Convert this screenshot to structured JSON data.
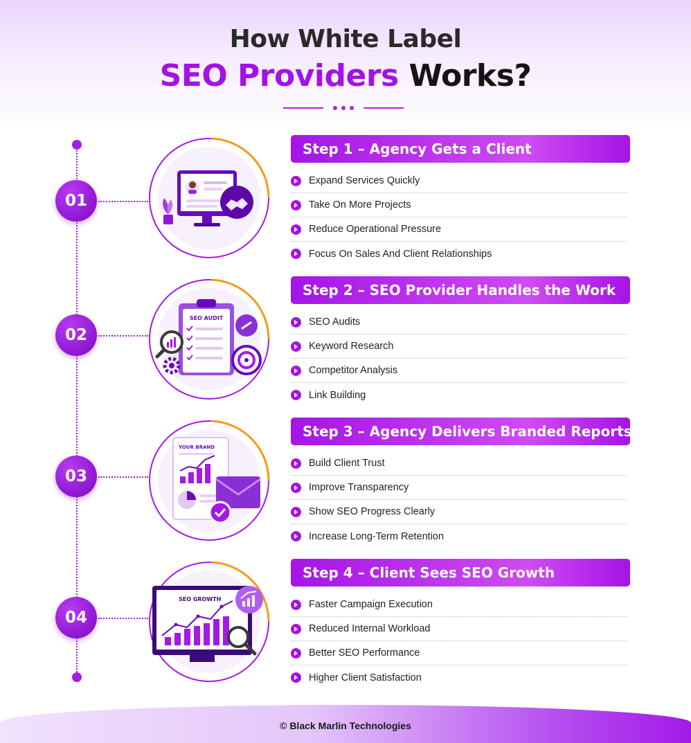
{
  "title": {
    "line1": "How White Label",
    "line2_accent": "SEO Providers",
    "line2_rest": " Works?"
  },
  "colors": {
    "accent": "#a312e6",
    "accent_dark": "#7c08c4",
    "arc_orange": "#f59a1b"
  },
  "steps": [
    {
      "number": "01",
      "title": "Step 1 – Agency Gets a Client",
      "illustration_icons": [
        "monitor-profile-icon",
        "handshake-icon",
        "plant-icon"
      ],
      "items": [
        "Expand Services Quickly",
        "Take On More Projects",
        "Reduce Operational Pressure",
        "Focus On Sales And Client Relationships"
      ]
    },
    {
      "number": "02",
      "title": "Step 2 – SEO Provider Handles the Work",
      "illustration_label": "SEO AUDIT",
      "illustration_icons": [
        "clipboard-checklist-icon",
        "magnifier-icon",
        "link-icon",
        "target-icon",
        "gear-icon"
      ],
      "items": [
        "SEO Audits",
        "Keyword Research",
        "Competitor Analysis",
        "Link Building"
      ]
    },
    {
      "number": "03",
      "title": "Step 3 – Agency Delivers Branded Reports",
      "illustration_label": "YOUR BRAND",
      "illustration_icons": [
        "report-document-icon",
        "envelope-icon",
        "checkmark-icon"
      ],
      "items": [
        "Build Client Trust",
        "Improve Transparency",
        "Show SEO Progress Clearly",
        "Increase Long-Term Retention"
      ]
    },
    {
      "number": "04",
      "title": "Step 4 – Client Sees SEO Growth",
      "illustration_label": "SEO GROWTH",
      "illustration_icons": [
        "growth-monitor-icon",
        "growth-chart-icon",
        "magnifier-icon"
      ],
      "items": [
        "Faster Campaign Execution",
        "Reduced Internal Workload",
        "Better SEO Performance",
        "Higher Client Satisfaction"
      ]
    }
  ],
  "footer": {
    "text": "© Black Marlin Technologies"
  }
}
